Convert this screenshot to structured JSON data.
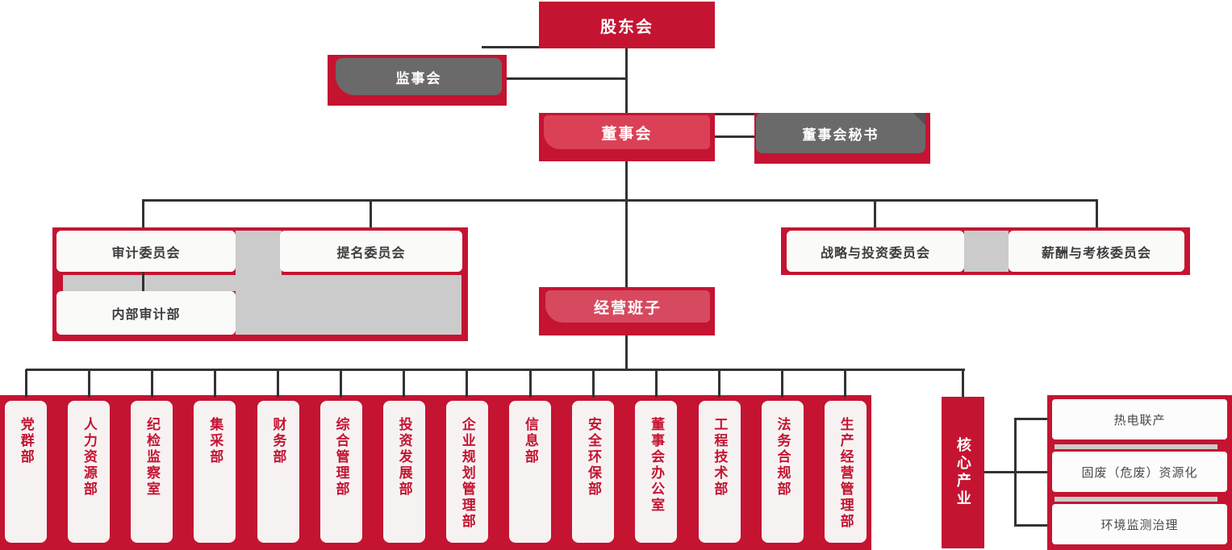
{
  "nodes": {
    "shareholders": "股东会",
    "supervisory_board": "监事会",
    "board_of_directors": "董事会",
    "board_secretary": "董事会秘书",
    "management_team": "经营班子",
    "core_industry": "核心产业"
  },
  "committees_left": [
    "审计委员会",
    "提名委员会"
  ],
  "internal_audit": "内部审计部",
  "committees_right": [
    "战略与投资委员会",
    "薪酬与考核委员会"
  ],
  "departments": [
    "党群部",
    "人力资源部",
    "纪检监察室",
    "集采部",
    "财务部",
    "综合管理部",
    "投资发展部",
    "企业规划管理部",
    "信息部",
    "安全环保部",
    "董事会办公室",
    "工程技术部",
    "法务合规部",
    "生产经营管理部"
  ],
  "industries": [
    "热电联产",
    "固废（危废）资源化",
    "环境监测治理"
  ],
  "colors": {
    "primary_red": "#C41432",
    "light_red": "#DB4156",
    "dark_gray_card": "#6A6A6A",
    "light_gray_fill": "#CBCBCB",
    "connector": "#333333",
    "dept_text_red": "#C41432",
    "committee_text": "#3C3C3C"
  }
}
